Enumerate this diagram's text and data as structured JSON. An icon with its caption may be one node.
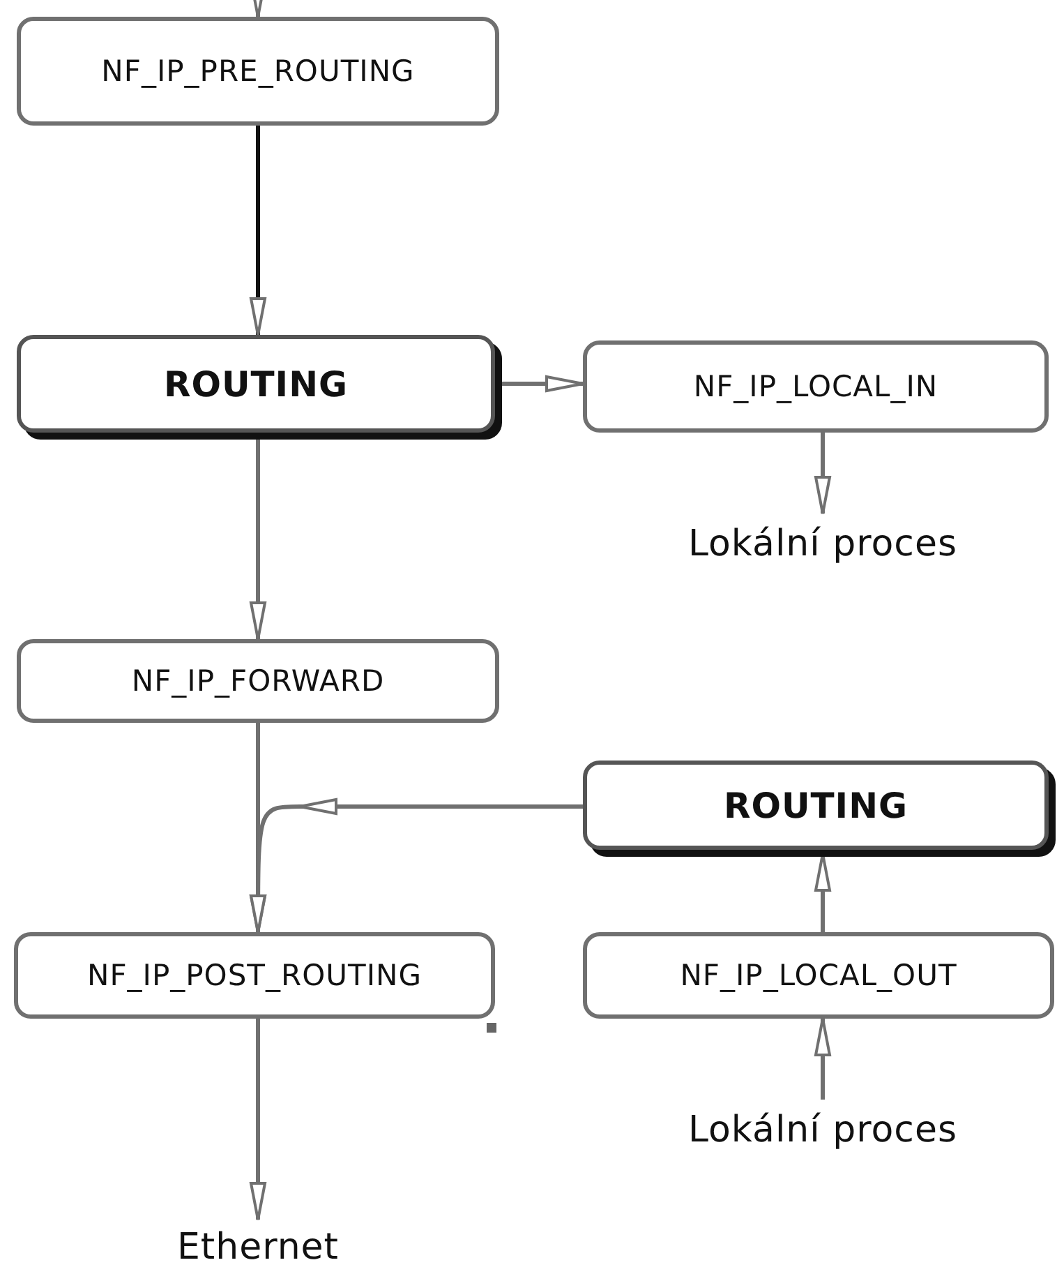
{
  "diagram": {
    "nodes": [
      {
        "text": [
          "NF_IP_PRE_ROUTING"
        ]
      },
      {
        "text": [
          "ROUTING"
        ]
      },
      {
        "text": [
          "NF_IP_LOCAL_IN"
        ]
      },
      {
        "text": [
          "Lokální proces"
        ]
      },
      {
        "text": [
          "NF_IP_FORWARD"
        ]
      },
      {
        "text": [
          "ROUTING"
        ]
      },
      {
        "text": [
          "NF_IP_POST_ROUTING"
        ]
      },
      {
        "text": [
          "NF_IP_LOCAL_OUT"
        ]
      },
      {
        "text": [
          "Lokální proces"
        ]
      },
      {
        "text": [
          "Ethernet"
        ]
      }
    ],
    "edges": [
      {
        "from": null,
        "to": 0,
        "arrow": "to"
      },
      {
        "from": 0,
        "to": 1,
        "arrow": "to",
        "color": "#111111"
      },
      {
        "from": 1,
        "to": 2,
        "arrow": "to"
      },
      {
        "from": 2,
        "to": 3,
        "arrow": "to"
      },
      {
        "from": 1,
        "to": 4,
        "arrow": "to"
      },
      {
        "from": 4,
        "to": 6,
        "arrow": "to"
      },
      {
        "from": 5,
        "to": 6,
        "arrow": "to"
      },
      {
        "from": 7,
        "to": 5,
        "arrow": "to"
      },
      {
        "from": 8,
        "to": 7,
        "arrow": "to"
      },
      {
        "from": 6,
        "to": 9,
        "arrow": "to"
      }
    ]
  }
}
